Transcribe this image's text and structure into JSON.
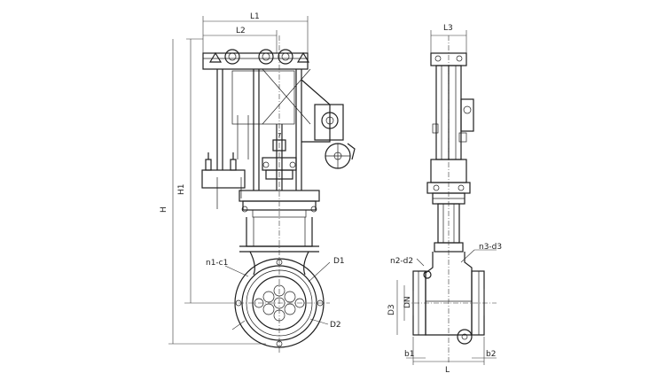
{
  "labels": {
    "l1": "L1",
    "l2": "L2",
    "l3": "L3",
    "h1": "H1",
    "h": "H",
    "d1": "D1",
    "d2": "D2",
    "n1c1": "n1-c1",
    "n2d2": "n2-d2",
    "n3d3": "n3-d3",
    "b1": "b1",
    "b2": "b2",
    "l": "L",
    "dn": "DN",
    "d3": "D3"
  }
}
